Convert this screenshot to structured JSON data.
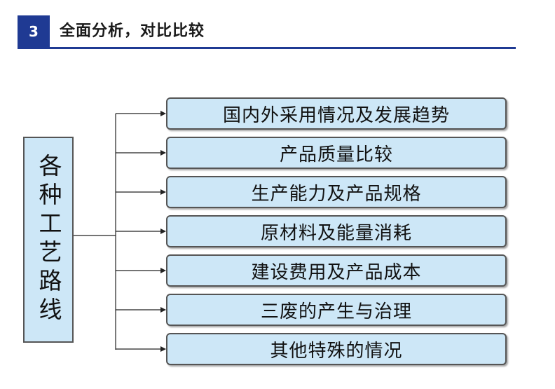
{
  "header": {
    "number": "3",
    "title": "全面分析，对比比较"
  },
  "diagram": {
    "root_label": "各种工艺路线",
    "items": [
      {
        "label": "国内外采用情况及发展趋势"
      },
      {
        "label": "产品质量比较"
      },
      {
        "label": "生产能力及产品规格"
      },
      {
        "label": "原材料及能量消耗"
      },
      {
        "label": "建设费用及产品成本"
      },
      {
        "label": "三废的产生与治理"
      },
      {
        "label": "其他特殊的情况"
      }
    ]
  },
  "colors": {
    "accent": "#1f3a93",
    "box_fill": "#cde7f7",
    "box_border": "#555555"
  }
}
